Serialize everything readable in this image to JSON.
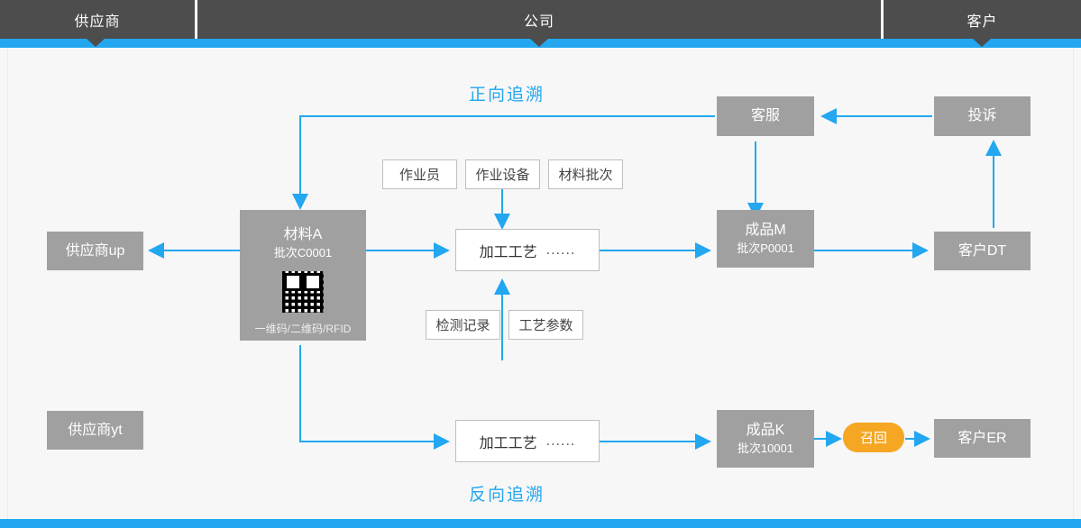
{
  "header": {
    "columns": [
      {
        "label": "供应商",
        "name": "header-supplier"
      },
      {
        "label": "公司",
        "name": "header-company"
      },
      {
        "label": "客户",
        "name": "header-customer"
      }
    ]
  },
  "labels": {
    "forward": "正向追溯",
    "reverse": "反向追溯"
  },
  "nodes": {
    "supplier_up": "供应商up",
    "supplier_yt": "供应商yt",
    "material_title": "材料A",
    "material_batch": "批次C0001",
    "material_codes": "一维码/二维码/RFID",
    "process_top": "加工工艺",
    "process_top_dots": "......",
    "process_bottom": "加工工艺",
    "process_bottom_dots": "......",
    "product_m_title": "成品M",
    "product_m_batch": "批次P0001",
    "product_k_title": "成品K",
    "product_k_batch": "批次10001",
    "customer_dt": "客户DT",
    "customer_er": "客户ER",
    "service": "客服",
    "complaint": "投诉",
    "recall": "召回"
  },
  "attributes": {
    "operator": "作业员",
    "equipment": "作业设备",
    "material_batch": "材料批次",
    "inspection_record": "检测记录",
    "process_parameter": "工艺参数"
  },
  "colors": {
    "accent": "#22a7f0",
    "header": "#4d4d4d",
    "node": "#a0a0a0",
    "recall": "#f5a623",
    "background": "#f7f7f7"
  }
}
